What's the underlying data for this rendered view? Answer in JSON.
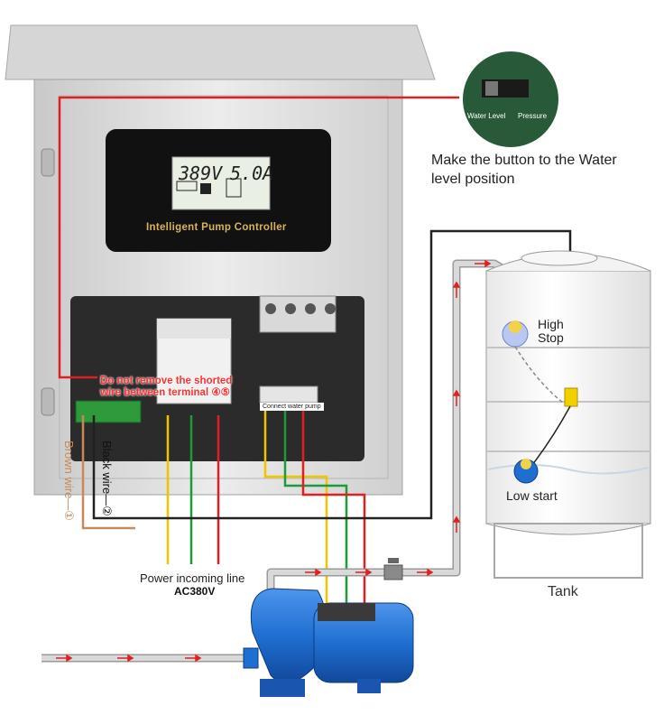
{
  "labels": {
    "instruction": "Make the button to the Water level position",
    "warning_line1": "Do not remove the shorted",
    "warning_line2": "wire between terminal ④⑤",
    "brown_wire": "Brown wire—①",
    "black_wire": "Black wire—②",
    "power_line": "Power incoming line",
    "power_spec": "AC380V",
    "float_high": "High",
    "float_stop": "Stop",
    "float_low": "Low start",
    "tank": "Tank",
    "panel_title": "Intelligent Pump Controller",
    "lcd_voltage": "389V",
    "lcd_current": "5.0A",
    "switch_left": "Water Level",
    "switch_right": "Pressure",
    "pump_connector": "Connect water pump"
  },
  "colors": {
    "wire_red": "#e02020",
    "wire_green": "#1f9a3a",
    "wire_yellow": "#f2c400",
    "wire_brown": "#c8895a",
    "wire_black": "#222222",
    "pump_blue": "#1f6fd1",
    "pipe_gray": "#c9c9c9",
    "cabinet_steel": "#dcdcdc"
  }
}
